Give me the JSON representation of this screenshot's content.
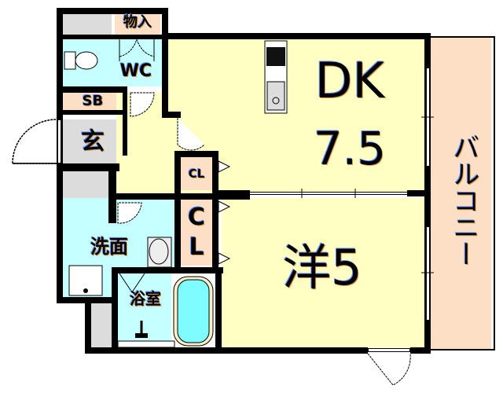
{
  "floorplan": {
    "layout_type": "1DK",
    "rooms": {
      "storage_top": {
        "label": "物入"
      },
      "wc": {
        "label": "WC"
      },
      "shoe_box": {
        "label": "SB"
      },
      "entrance": {
        "label": "玄"
      },
      "dining_kitchen": {
        "label_line1": "DK",
        "label_line2": "7.5"
      },
      "closet_small": {
        "label": "CL"
      },
      "closet_large": {
        "label_line1": "C",
        "label_line2": "L"
      },
      "washroom": {
        "label": "洗面"
      },
      "bathroom": {
        "label": "浴室"
      },
      "western_room": {
        "label": "洋5"
      },
      "balcony": {
        "label": "バルコニー"
      }
    },
    "colors": {
      "wall": "#000000",
      "living_floor": "#ffffc4",
      "wet_area": "#c6ffff",
      "storage": "#fddfc6",
      "entrance_gray": "#dcdcdc",
      "bathtub": "#7ffcff"
    }
  }
}
